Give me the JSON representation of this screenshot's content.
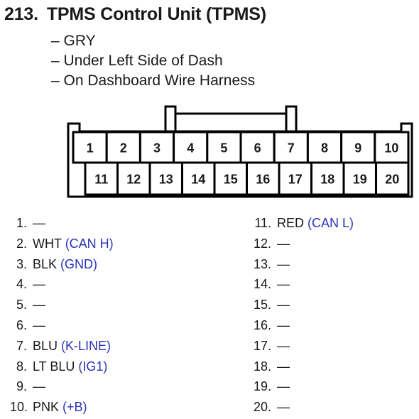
{
  "header": {
    "number": "213.",
    "title": "TPMS Control Unit (TPMS)"
  },
  "details": [
    "– GRY",
    "– Under Left Side of Dash",
    "– On Dashboard Wire Harness"
  ],
  "connector": {
    "top_row": [
      "1",
      "2",
      "3",
      "4",
      "5",
      "6",
      "7",
      "8",
      "9",
      "10"
    ],
    "bottom_row": [
      "11",
      "12",
      "13",
      "14",
      "15",
      "16",
      "17",
      "18",
      "19",
      "20"
    ]
  },
  "pins_left": [
    {
      "index": "1.",
      "wire": "—",
      "signal": ""
    },
    {
      "index": "2.",
      "wire": "WHT",
      "signal": "(CAN H)"
    },
    {
      "index": "3.",
      "wire": "BLK",
      "signal": "(GND)"
    },
    {
      "index": "4.",
      "wire": "—",
      "signal": ""
    },
    {
      "index": "5.",
      "wire": "—",
      "signal": ""
    },
    {
      "index": "6.",
      "wire": "—",
      "signal": ""
    },
    {
      "index": "7.",
      "wire": "BLU",
      "signal": "(K-LINE)"
    },
    {
      "index": "8.",
      "wire": "LT BLU",
      "signal": "(IG1)"
    },
    {
      "index": "9.",
      "wire": "—",
      "signal": ""
    },
    {
      "index": "10.",
      "wire": "PNK",
      "signal": "(+B)"
    }
  ],
  "pins_right": [
    {
      "index": "11.",
      "wire": "RED",
      "signal": "(CAN L)"
    },
    {
      "index": "12.",
      "wire": "—",
      "signal": ""
    },
    {
      "index": "13.",
      "wire": "—",
      "signal": ""
    },
    {
      "index": "14.",
      "wire": "—",
      "signal": ""
    },
    {
      "index": "15.",
      "wire": "—",
      "signal": ""
    },
    {
      "index": "16.",
      "wire": "—",
      "signal": ""
    },
    {
      "index": "17.",
      "wire": "—",
      "signal": ""
    },
    {
      "index": "18.",
      "wire": "—",
      "signal": ""
    },
    {
      "index": "19.",
      "wire": "—",
      "signal": ""
    },
    {
      "index": "20.",
      "wire": "—",
      "signal": ""
    }
  ],
  "colors": {
    "text": "#1a1a1a",
    "signal": "#2a33b8",
    "outline": "#000000"
  }
}
